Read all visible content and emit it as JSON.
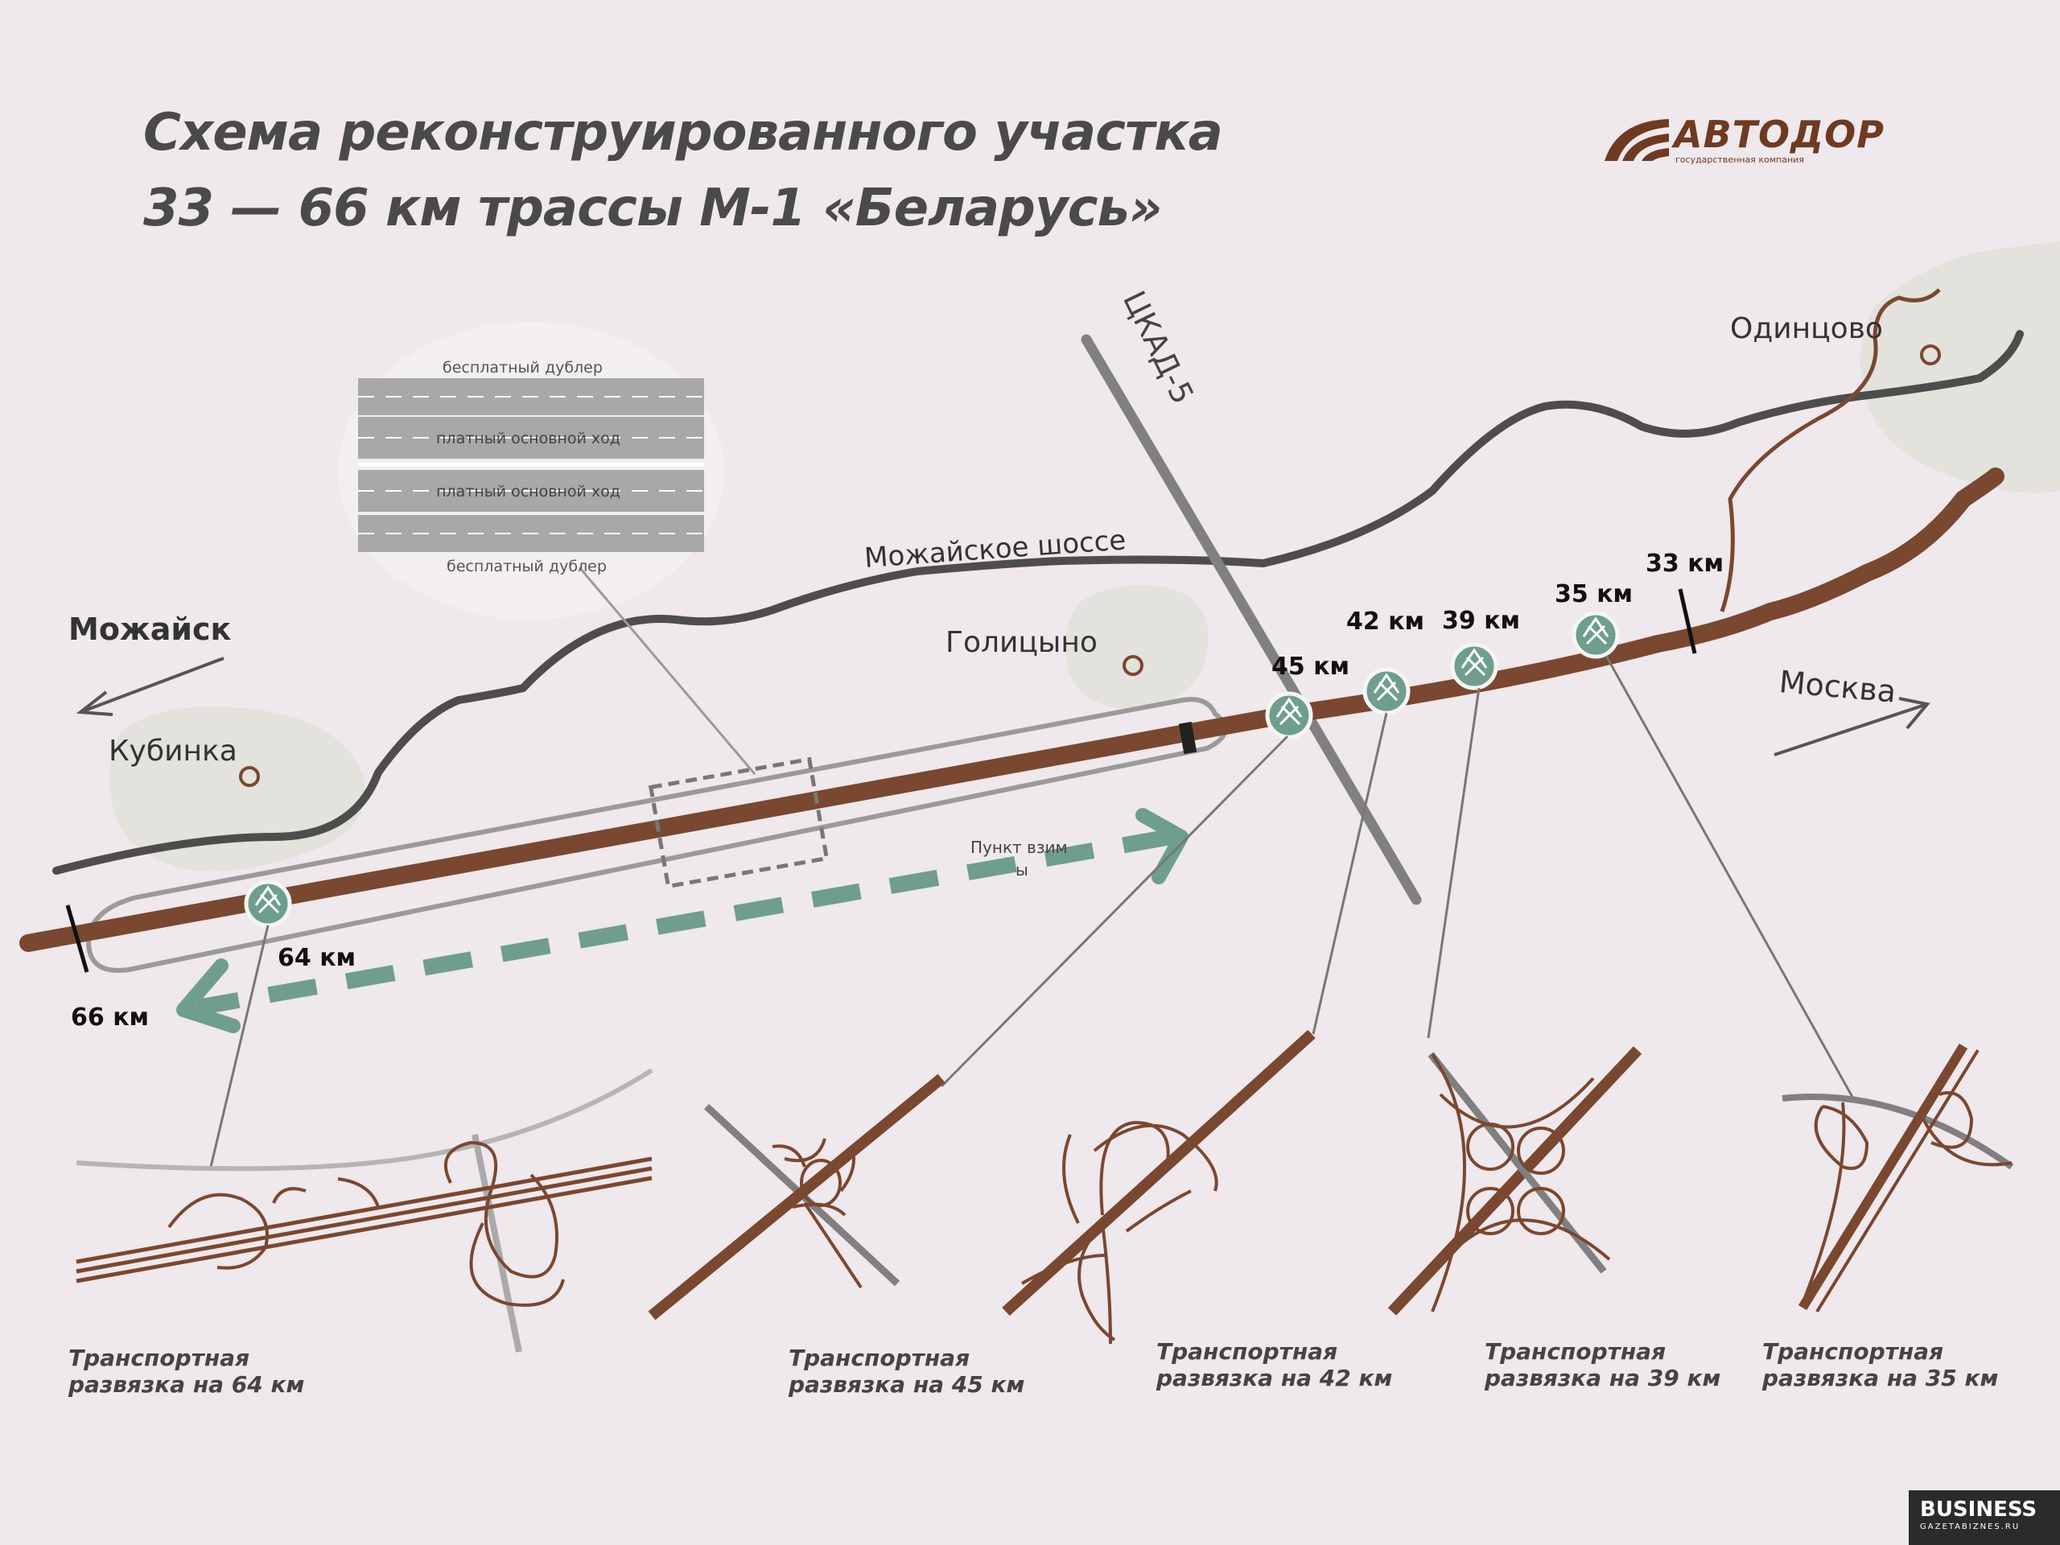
{
  "title": {
    "line1": "Схема реконструированного участка",
    "line2": "33 — 66 км трассы М-1 «Беларусь»"
  },
  "logo": {
    "name": "АВТОДОР",
    "subtitle": "государственная компания"
  },
  "colors": {
    "background": "#efe8ec",
    "highway": "#7a4730",
    "road": "#4d4d4d",
    "ckad": "#808080",
    "arrow": "#6f9e8c",
    "city_fill": "#e3e2dc"
  },
  "places": {
    "mozhaisk": "Можайск",
    "kubinka": "Кубинка",
    "golitsyno": "Голицыно",
    "odintsovo": "Одинцово",
    "moskva": "Москва"
  },
  "roads": {
    "mozhaiskoe": "Можайское шоссе",
    "ckad": "ЦКАД-5"
  },
  "km_marks": {
    "km33": "33 км",
    "km35": "35 км",
    "km39": "39 км",
    "km42": "42 км",
    "km45": "45 км",
    "km64": "64 км",
    "km66": "66 км"
  },
  "cross_section": {
    "top": "бесплатный дублер",
    "mid1": "платный основной ход",
    "mid2": "платный основной ход",
    "bottom": "бесплатный дублер"
  },
  "toll_point": {
    "line1": "Пункт взим",
    "line2": "ы"
  },
  "interchanges": [
    {
      "line1": "Транспортная",
      "line2": "развязка на 64 км"
    },
    {
      "line1": "Транспортная",
      "line2": "развязка на 45 км"
    },
    {
      "line1": "Транспортная",
      "line2": "развязка на 42 км"
    },
    {
      "line1": "Транспортная",
      "line2": "развязка на 39 км"
    },
    {
      "line1": "Транспортная",
      "line2": "развязка на 35 км"
    }
  ],
  "watermark": {
    "name": "BUSINESS",
    "sub": "GAZETABIZNES.RU"
  }
}
